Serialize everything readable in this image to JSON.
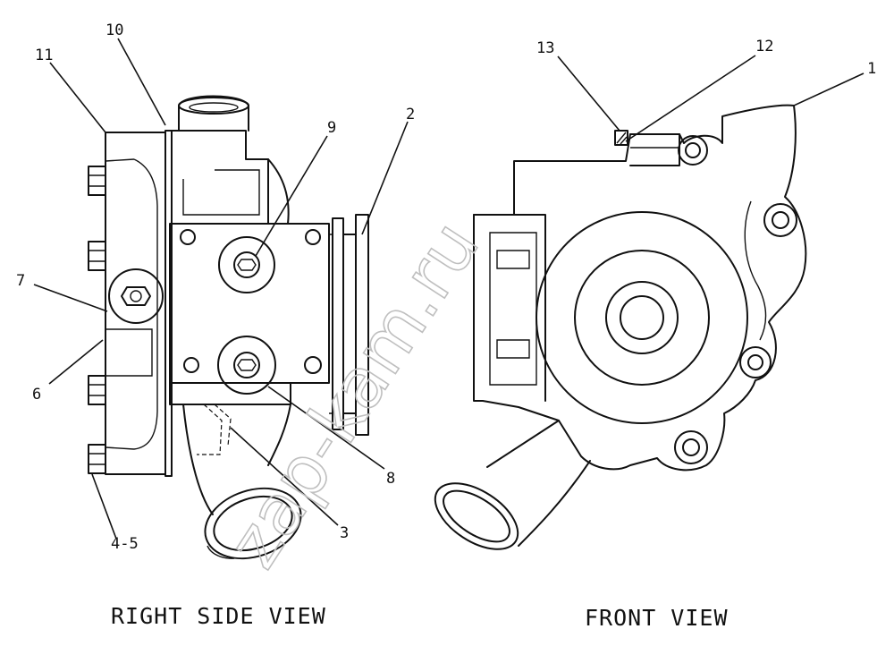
{
  "captions": {
    "right_side_view": "RIGHT SIDE VIEW",
    "front_view": "FRONT VIEW"
  },
  "callouts": {
    "c1": "1",
    "c2": "2",
    "c3": "3",
    "c4_5": "4-5",
    "c6": "6",
    "c7": "7",
    "c8": "8",
    "c9": "9",
    "c10": "10",
    "c11": "11",
    "c12": "12",
    "c13": "13"
  },
  "watermark": {
    "text": "zap-kam.ru"
  }
}
